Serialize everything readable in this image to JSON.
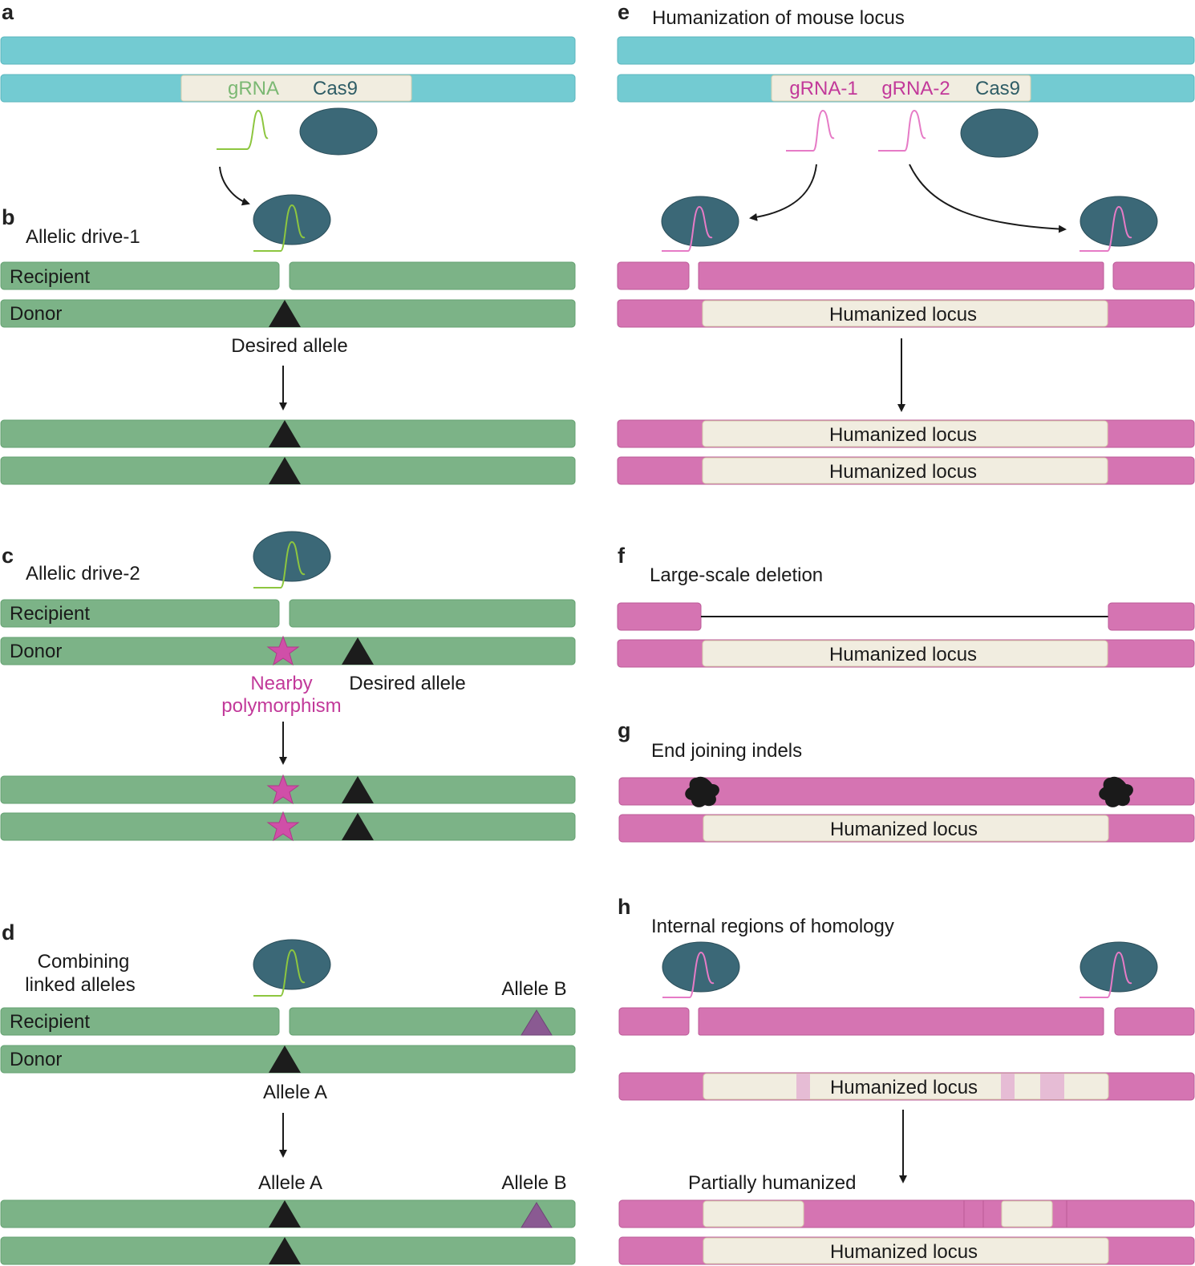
{
  "colors": {
    "cyan": "#73cbd2",
    "green": "#7cb387",
    "magenta": "#d574b2",
    "cream": "#f1ede0",
    "cas9": "#3b6877",
    "grna_green": "#8dc63f",
    "grna_pink": "#e67bc6",
    "star": "#d04fa8",
    "allele_b": "#8a5a92"
  },
  "panels": {
    "a": {
      "label": "a",
      "grna": "gRNA",
      "cas9": "Cas9"
    },
    "b": {
      "label": "b",
      "title": "Allelic drive-1",
      "recipient": "Recipient",
      "donor": "Donor",
      "desired_allele": "Desired allele"
    },
    "c": {
      "label": "c",
      "title": "Allelic drive-2",
      "recipient": "Recipient",
      "donor": "Donor",
      "nearby_1": "Nearby",
      "nearby_2": "polymorphism",
      "desired_allele": "Desired allele"
    },
    "d": {
      "label": "d",
      "title_1": "Combining",
      "title_2": "linked alleles",
      "recipient": "Recipient",
      "donor": "Donor",
      "allele_a": "Allele A",
      "allele_b": "Allele B",
      "allele_a_result": "Allele A",
      "allele_b_result": "Allele B"
    },
    "e": {
      "label": "e",
      "title": "Humanization of mouse locus",
      "grna1": "gRNA-1",
      "grna2": "gRNA-2",
      "cas9": "Cas9",
      "locus_1": "Humanized locus",
      "locus_2": "Humanized locus",
      "locus_3": "Humanized locus"
    },
    "f": {
      "label": "f",
      "title": "Large-scale deletion",
      "locus": "Humanized locus"
    },
    "g": {
      "label": "g",
      "title": "End joining indels",
      "locus": "Humanized locus"
    },
    "h": {
      "label": "h",
      "title": "Internal regions of homology",
      "locus_1": "Humanized locus",
      "partial": "Partially humanized",
      "locus_2": "Humanized locus"
    }
  }
}
